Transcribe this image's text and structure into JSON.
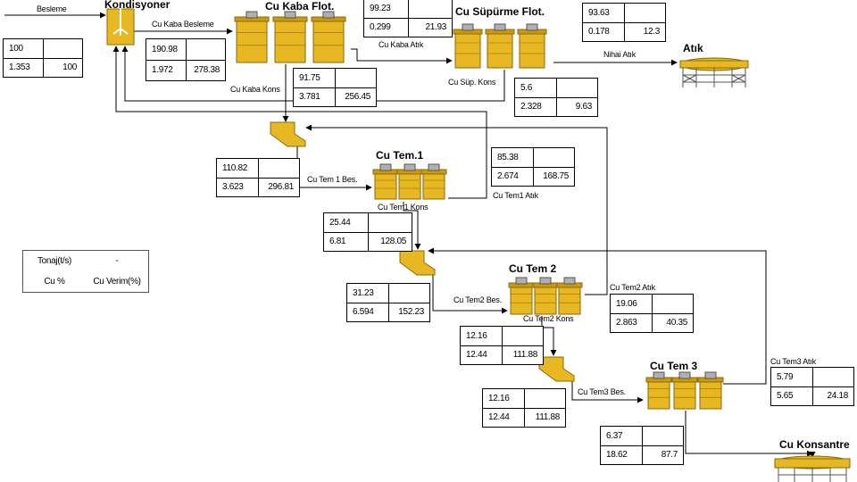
{
  "labels": {
    "besleme": "Besleme",
    "kondisyoner": "Kondisyoner",
    "cu_kaba_besleme": "Cu Kaba Besleme",
    "cu_kaba_flot": "Cu Kaba Flot.",
    "cu_kaba_atik": "Cu Kaba Atık",
    "cu_supurme_flot": "Cu Süpürme Flot.",
    "nihai_atik": "Nihai Atık",
    "atik": "Atık",
    "cu_kaba_kons": "Cu Kaba Kons",
    "cu_sup_kons": "Cu Süp. Kons",
    "cu_tem1": "Cu Tem.1",
    "cu_tem1_bes": "Cu Tem 1 Bes.",
    "cu_tem1_kons": "Cu Tem1 Kons",
    "cu_tem1_atik": "Cu Tem1 Atık",
    "cu_tem2": "Cu Tem 2",
    "cu_tem2_bes": "Cu Tem2 Bes.",
    "cu_tem2_kons": "Cu Tem2 Kons",
    "cu_tem2_atik": "Cu Tem2 Atık",
    "cu_tem3": "Cu Tem 3",
    "cu_tem3_bes": "Cu Tem3 Bes.",
    "cu_tem3_atik": "Cu Tem3 Atık",
    "cu_konsantre": "Cu Konsantre"
  },
  "legend": {
    "tonaj": "Tonaj(t/s)",
    "dash": "-",
    "cu_pct": "Cu %",
    "cu_verim": "Cu Verim(%)"
  },
  "streams": {
    "feed": {
      "tonnage": "100",
      "cu_pct": "1.353",
      "recovery": "100"
    },
    "rougher_feed": {
      "tonnage": "190.98",
      "cu_pct": "1.972",
      "recovery": "278.38"
    },
    "rougher_tail": {
      "tonnage": "99.23",
      "cu_pct": "0.299",
      "recovery": "21.93"
    },
    "final_tail": {
      "tonnage": "93.63",
      "cu_pct": "0.178",
      "recovery": "12.3"
    },
    "rougher_conc": {
      "tonnage": "91.75",
      "cu_pct": "3.781",
      "recovery": "256.45"
    },
    "scav_conc": {
      "tonnage": "5.6",
      "cu_pct": "2.328",
      "recovery": "9.63"
    },
    "cl1_feed": {
      "tonnage": "110.82",
      "cu_pct": "3.623",
      "recovery": "296.81"
    },
    "cl1_tail": {
      "tonnage": "85.38",
      "cu_pct": "2.674",
      "recovery": "168.75"
    },
    "cl1_conc": {
      "tonnage": "25.44",
      "cu_pct": "6.81",
      "recovery": "128.05"
    },
    "cl2_feed": {
      "tonnage": "31.23",
      "cu_pct": "6.594",
      "recovery": "152.23"
    },
    "cl2_tail": {
      "tonnage": "19.06",
      "cu_pct": "2.863",
      "recovery": "40.35"
    },
    "cl2_conc": {
      "tonnage": "12.16",
      "cu_pct": "12.44",
      "recovery": "111.88"
    },
    "cl3_feed": {
      "tonnage": "12.16",
      "cu_pct": "12.44",
      "recovery": "111.88"
    },
    "cl3_tail": {
      "tonnage": "5.79",
      "cu_pct": "5.65",
      "recovery": "24.18"
    },
    "final_conc": {
      "tonnage": "6.37",
      "cu_pct": "18.62",
      "recovery": "87.7"
    }
  },
  "colors": {
    "equipment": "#e8b822",
    "equipment_dark": "#8a6a08",
    "line": "#000000"
  }
}
